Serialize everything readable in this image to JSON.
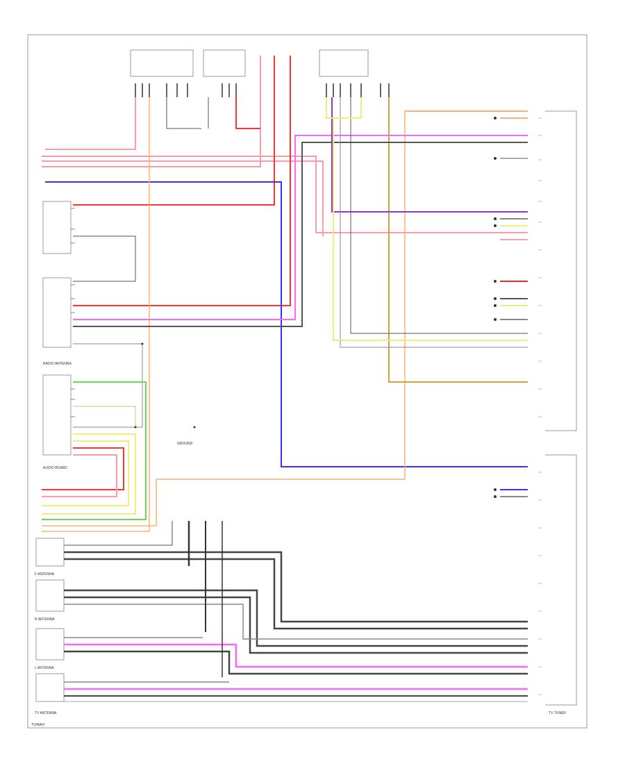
{
  "colors": {
    "red": "#ff3333",
    "pink": "#ff9aa8",
    "blue": "#3333ff",
    "orange": "#ffb070",
    "magenta": "#ff66ff",
    "purple": "#9933cc",
    "yellow": "#f2ec7a",
    "green": "#66dd55",
    "gray": "#888888",
    "black": "#333333",
    "frame": "#999999"
  },
  "labels": {
    "rear_antenna": "TV ANTENNA",
    "f_antenna": "F ANTENNA",
    "r_antenna": "R ANTENNA",
    "l_antenna": "L ANTENNA",
    "radio_antenna": "RADIO ANTENNA",
    "audio_board": "AUDIO BOARD",
    "tv_tuner": "TV TUNER",
    "ground": "GROUND",
    "page_id": "TV/NAVI"
  }
}
